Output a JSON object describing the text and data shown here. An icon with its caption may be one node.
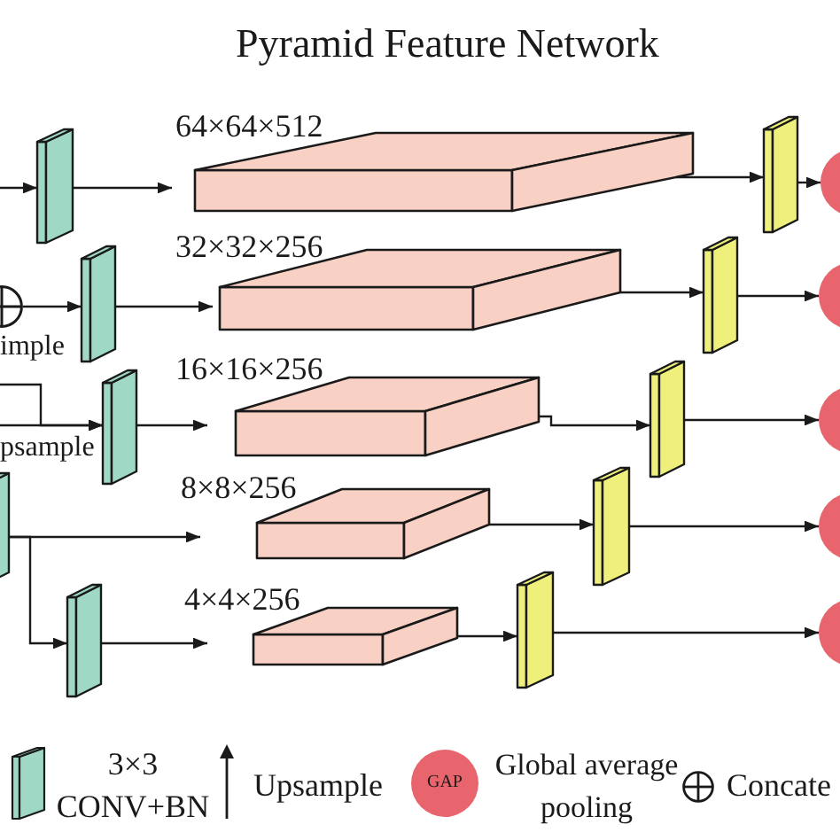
{
  "diagram": {
    "title": "Pyramid Feature Network",
    "nodes": [
      {
        "text": [],
        "shape": "bar"
      },
      {
        "text": [],
        "shape": "box",
        "beside": [
          "64×64×512"
        ]
      },
      {
        "text": [],
        "shape": "bar"
      },
      {
        "text": [],
        "shape": "circle"
      },
      {
        "text": [],
        "shape": "circle"
      },
      {
        "text": [],
        "shape": "bar"
      },
      {
        "text": [],
        "shape": "box",
        "beside": [
          "32×32×256"
        ]
      },
      {
        "text": [],
        "shape": "bar"
      },
      {
        "text": [],
        "shape": "circle"
      },
      {
        "text": [],
        "shape": "bar"
      },
      {
        "text": [],
        "shape": "box",
        "beside": [
          "16×16×256"
        ]
      },
      {
        "text": [],
        "shape": "bar"
      },
      {
        "text": [],
        "shape": "circle"
      },
      {
        "text": [],
        "shape": "bar"
      },
      {
        "text": [],
        "shape": "box",
        "beside": [
          "8×8×256"
        ]
      },
      {
        "text": [],
        "shape": "bar"
      },
      {
        "text": [],
        "shape": "circle"
      },
      {
        "text": [],
        "shape": "bar"
      },
      {
        "text": [],
        "shape": "box",
        "beside": [
          "4×4×256"
        ]
      },
      {
        "text": [],
        "shape": "bar"
      },
      {
        "text": [],
        "shape": "circle"
      }
    ],
    "edges": [
      {
        "from": null,
        "to": 0,
        "arrow": "to"
      },
      {
        "from": 0,
        "to": 1,
        "arrow": "to"
      },
      {
        "from": 1,
        "to": 2,
        "arrow": "to"
      },
      {
        "from": 2,
        "to": 3,
        "arrow": "to"
      },
      {
        "from": 4,
        "to": 5,
        "arrow": "to"
      },
      {
        "from": 5,
        "to": 6,
        "arrow": "to"
      },
      {
        "from": 6,
        "to": 7,
        "arrow": "to"
      },
      {
        "from": 7,
        "to": 8,
        "arrow": "to"
      },
      {
        "from": null,
        "to": 9,
        "arrow": "to"
      },
      {
        "from": null,
        "to": 9,
        "arrow": "to",
        "label": "psample"
      },
      {
        "from": 9,
        "to": 10,
        "arrow": "to"
      },
      {
        "from": 10,
        "to": 11,
        "arrow": "to"
      },
      {
        "from": 11,
        "to": 12,
        "arrow": "to"
      },
      {
        "from": 13,
        "to": 14,
        "arrow": "to"
      },
      {
        "from": 14,
        "to": 15,
        "arrow": "to"
      },
      {
        "from": 15,
        "to": 16,
        "arrow": "to"
      },
      {
        "from": 13,
        "to": 17,
        "arrow": "to"
      },
      {
        "from": 17,
        "to": 18,
        "arrow": "to"
      },
      {
        "from": 18,
        "to": 19,
        "arrow": "to"
      },
      {
        "from": 19,
        "to": 20,
        "arrow": "to"
      }
    ],
    "labels": [
      "imple",
      "GAP"
    ],
    "legend": [
      {
        "text": "3×3 CONV+BN"
      },
      {
        "text": "Upsample"
      },
      {
        "text": "Global average pooling",
        "color": "#e8656d"
      },
      {
        "text": "Concate"
      }
    ]
  }
}
